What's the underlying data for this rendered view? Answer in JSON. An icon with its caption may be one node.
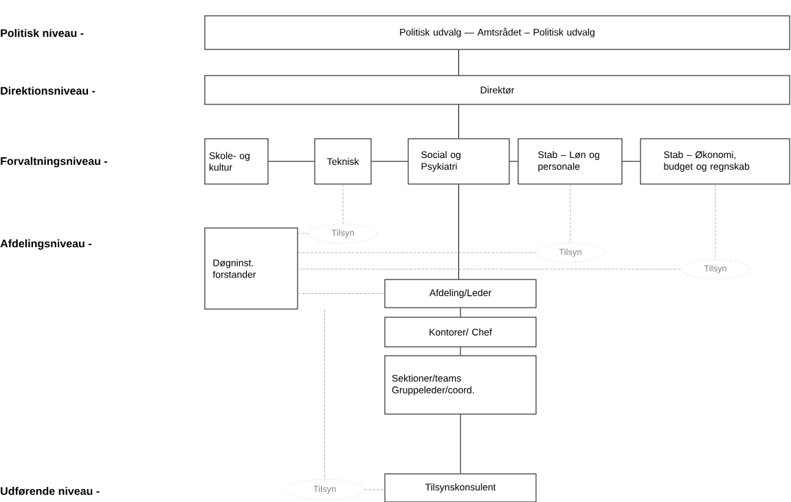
{
  "diagram": {
    "nodes": [
      {
        "text": [
          "Politisk udvalg — Amtsrådet – Politisk udvalg"
        ]
      },
      {
        "text": [
          "Direktør"
        ]
      },
      {
        "text": [
          "Skole- og kultur"
        ]
      },
      {
        "text": [
          "Teknisk"
        ]
      },
      {
        "text": [
          "Social og Psykiatri"
        ]
      },
      {
        "text": [
          "Stab – Løn og personale"
        ]
      },
      {
        "text": [
          "Stab – Økonomi, budget og regnskab"
        ]
      },
      {
        "text": [
          "Døgninst. forstander"
        ]
      },
      {
        "text": [
          "Tilsyn"
        ]
      },
      {
        "text": [
          "Tilsyn"
        ]
      },
      {
        "text": [
          "Tilsyn"
        ]
      },
      {
        "text": [
          "Afdeling/Leder"
        ]
      },
      {
        "text": [
          "Kontorer/ Chef"
        ]
      },
      {
        "text": [
          "Sektioner/teams Gruppeleder/coord."
        ]
      },
      {
        "text": [
          "Tilsyn"
        ]
      },
      {
        "text": [
          "Tilsynskonsulent"
        ]
      }
    ],
    "edges": [
      {
        "from": 0,
        "to": 1,
        "arrow": "none"
      },
      {
        "from": 1,
        "to": 4,
        "arrow": "none"
      },
      {
        "from": 2,
        "to": 3,
        "arrow": "none"
      },
      {
        "from": 3,
        "to": 4,
        "arrow": "none"
      },
      {
        "from": 4,
        "to": 5,
        "arrow": "none"
      },
      {
        "from": 5,
        "to": 6,
        "arrow": "none"
      },
      {
        "from": 4,
        "to": 11,
        "arrow": "none"
      },
      {
        "from": 11,
        "to": 12,
        "arrow": "none"
      },
      {
        "from": 12,
        "to": 13,
        "arrow": "none"
      },
      {
        "from": 13,
        "to": 15,
        "arrow": "none"
      },
      {
        "from": 3,
        "to": 8,
        "arrow": "none",
        "style": "dashed",
        "color": "#999999"
      },
      {
        "from": 8,
        "to": 7,
        "arrow": "none",
        "style": "dashed",
        "color": "#999999"
      },
      {
        "from": 5,
        "to": 9,
        "arrow": "none",
        "style": "dashed",
        "color": "#999999"
      },
      {
        "from": 9,
        "to": 7,
        "arrow": "none",
        "style": "dashed",
        "color": "#999999"
      },
      {
        "from": 6,
        "to": 10,
        "arrow": "none",
        "style": "dashed",
        "color": "#999999"
      },
      {
        "from": 10,
        "to": 7,
        "arrow": "none",
        "style": "dashed",
        "color": "#999999"
      },
      {
        "from": 7,
        "to": 11,
        "arrow": "none",
        "style": "dashed",
        "color": "#999999"
      },
      {
        "from": 7,
        "to": 14,
        "arrow": "none",
        "style": "dashed",
        "color": "#999999"
      },
      {
        "from": 14,
        "to": 15,
        "arrow": "none",
        "style": "dashed",
        "color": "#999999"
      }
    ],
    "labels": [
      "Politisk niveau -",
      "Direktionsniveau -",
      "Forvaltningsniveau -",
      "Afdelingsniveau -",
      "Udførende niveau -"
    ]
  }
}
